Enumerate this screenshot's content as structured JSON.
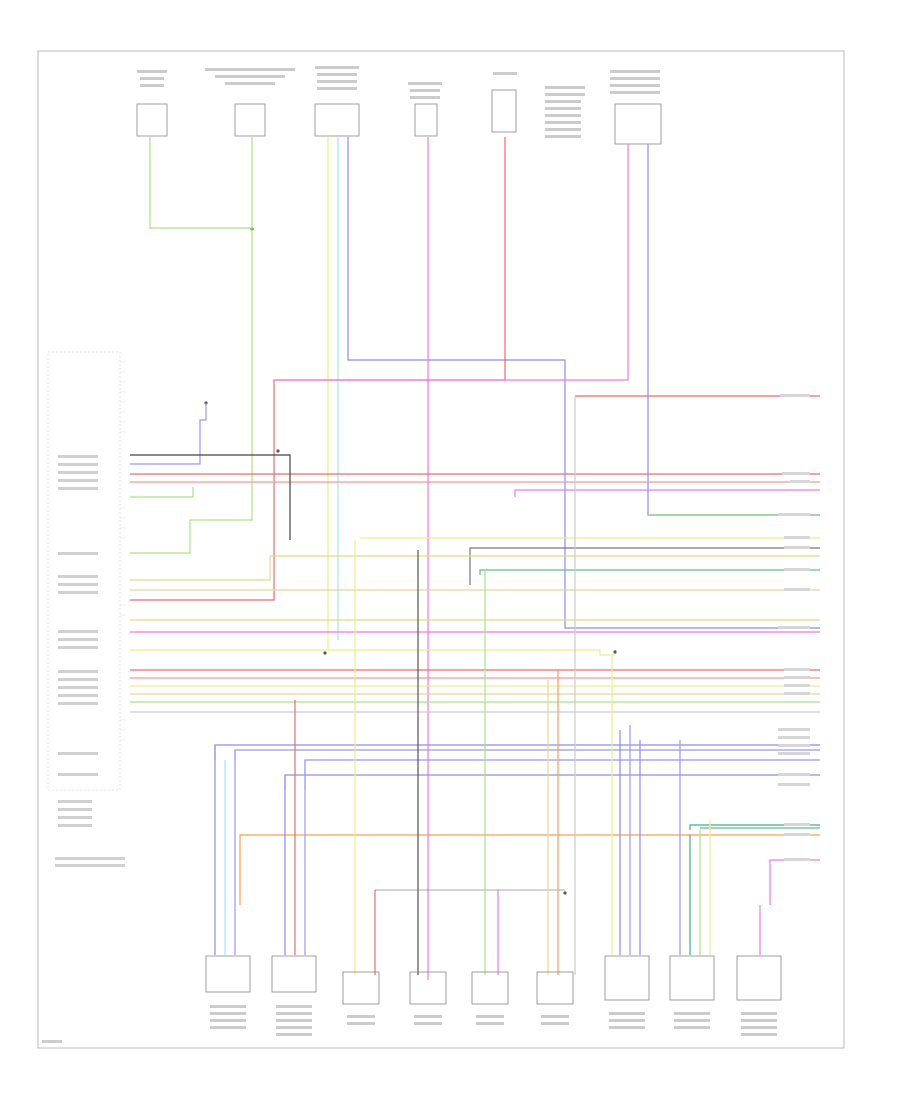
{
  "diagram": {
    "footer_code": "",
    "wire_colors": {
      "green": "#a8e28c",
      "green_dark": "#7fd07a",
      "pink": "#f07ad8",
      "magenta": "#ee66cc",
      "light_blue": "#a8e4f4",
      "blue": "#8c8cf0",
      "violet": "#9999ee",
      "red": "#f06a6a",
      "pink_light": "#f59a9a",
      "yellow": "#eeee88",
      "tan": "#e8d890",
      "orange": "#f5a050",
      "dark_green": "#66bb88",
      "gray": "#777777",
      "black": "#444444",
      "teal": "#3fae8c"
    },
    "components": [
      {
        "id": "c1",
        "label": ""
      },
      {
        "id": "c2",
        "label": ""
      },
      {
        "id": "c3",
        "label": ""
      },
      {
        "id": "c4",
        "label": ""
      },
      {
        "id": "c5",
        "label": ""
      },
      {
        "id": "c6",
        "label": ""
      },
      {
        "id": "b1",
        "label": ""
      },
      {
        "id": "b2",
        "label": ""
      },
      {
        "id": "b3",
        "label": ""
      },
      {
        "id": "b4",
        "label": ""
      },
      {
        "id": "b5",
        "label": ""
      },
      {
        "id": "b6",
        "label": ""
      },
      {
        "id": "b7",
        "label": ""
      },
      {
        "id": "b8",
        "label": ""
      },
      {
        "id": "b9",
        "label": ""
      }
    ]
  }
}
